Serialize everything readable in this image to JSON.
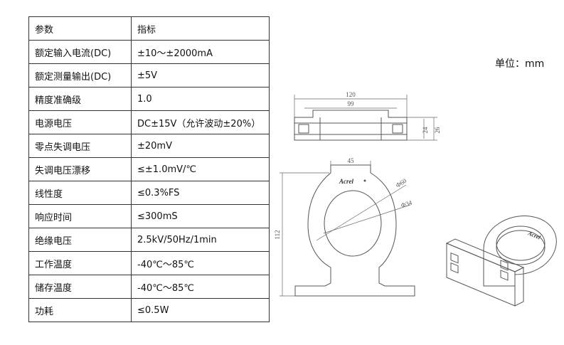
{
  "table": {
    "rows": [
      {
        "param": "参数",
        "value": "指标"
      },
      {
        "param": "额定输入电流(DC)",
        "value": "±10～±2000mA"
      },
      {
        "param": "额定测量输出(DC)",
        "value": "±5V"
      },
      {
        "param": "精度准确级",
        "value": "1.0"
      },
      {
        "param": "电源电压",
        "value": "DC±15V（允许波动±20%）"
      },
      {
        "param": "零点失调电压",
        "value": "±20mV"
      },
      {
        "param": "失调电压漂移",
        "value": "≤±1.0mV/℃"
      },
      {
        "param": "线性度",
        "value": "≤0.3%FS"
      },
      {
        "param": "响应时间",
        "value": "≤300mS"
      },
      {
        "param": "绝缘电压",
        "value": "2.5kV/50Hz/1min"
      },
      {
        "param": "工作温度",
        "value": "-40℃～85℃"
      },
      {
        "param": "储存温度",
        "value": "-40℃～85℃"
      },
      {
        "param": "功耗",
        "value": "≤0.5W"
      }
    ]
  },
  "unit_label": "单位：mm",
  "drawing": {
    "top_view": {
      "dim_outer": "120",
      "dim_inner": "99",
      "dim_h1": "24",
      "dim_h2": "26"
    },
    "front_view": {
      "dim_width": "45",
      "dim_height": "112",
      "dim_dia_outer": "Φ60",
      "dim_dia_inner": "Φ34",
      "brand": "Acrel"
    }
  }
}
